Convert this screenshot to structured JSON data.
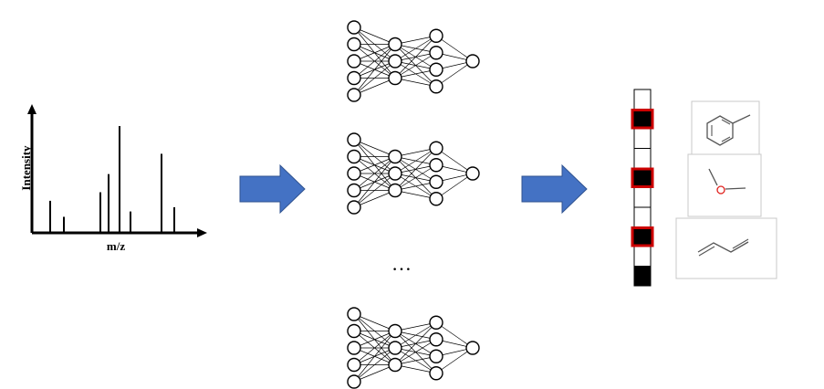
{
  "spectrum": {
    "y_axis_label": "Intensity",
    "x_axis_label": "m/z",
    "peaks": [
      0.3,
      0.15,
      0.38,
      0.55,
      1.0,
      0.2,
      0.74,
      0.24
    ]
  },
  "networks": {
    "count_shown": 3,
    "ellipsis": "…",
    "layers": [
      5,
      3,
      4,
      1
    ]
  },
  "fingerprint": {
    "bits": [
      0,
      1,
      0,
      0,
      1,
      0,
      0,
      1,
      0,
      1
    ],
    "highlighted_bits": [
      1,
      4,
      7
    ],
    "highlight_color": "#cc0000"
  },
  "substructures": [
    {
      "name": "toluene-substructure"
    },
    {
      "name": "methoxy-substructure"
    },
    {
      "name": "butadiene-substructure"
    }
  ],
  "colors": {
    "arrow_fill": "#4472c4",
    "arrow_stroke": "#2f528f",
    "oxygen": "#e0201c"
  }
}
